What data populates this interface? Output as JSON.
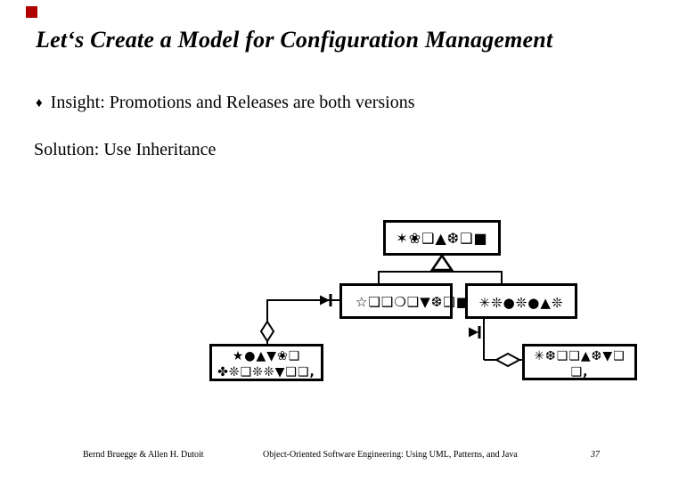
{
  "slide": {
    "title": "Let‘s Create a Model for Configuration Management",
    "bullet_marker": "♦",
    "bullet_text": "Insight: Promotions and Releases are both versions",
    "solution_text": "Solution: Use Inheritance"
  },
  "diagram": {
    "version_box_glyphs": "✶❀❑▲❆❑■",
    "promotion_box_glyphs": "☆❑❑❍❑▼❆❑■",
    "release_box_glyphs": "✳❊●❊●▲❊",
    "master_box_line1": "★●▲▼❀❑",
    "master_box_line2": "✤❊❑❊❊▼❑❑,",
    "software_box_line1": "✳❆❑❑▲❆▼❑",
    "software_box_line2": "❑,"
  },
  "footer": {
    "authors": "Bernd Bruegge & Allen H. Dutoit",
    "book": "Object-Oriented Software Engineering: Using UML, Patterns, and Java",
    "page": "37"
  },
  "colors": {
    "marker_red": "#b00000",
    "ink": "#000000"
  }
}
